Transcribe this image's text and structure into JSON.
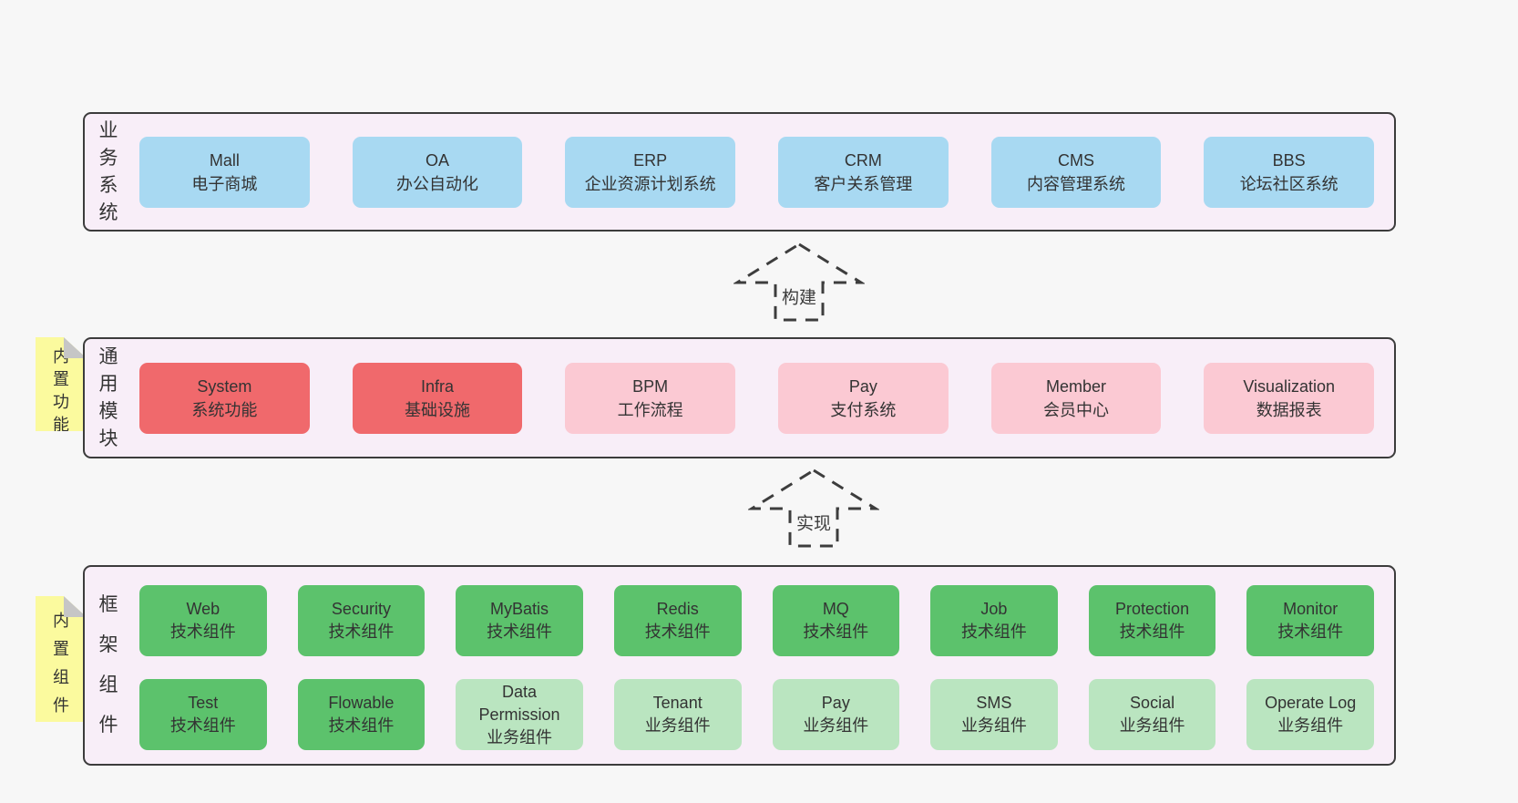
{
  "colors": {
    "page-bg": "#f7f7f7",
    "band-bg": "#f8eef8",
    "band-border": "#3c3c3c",
    "blue": "#a8d9f2",
    "red": "#f0696c",
    "pink": "#fbc9d3",
    "green": "#5cc26c",
    "light-green": "#bae5c0",
    "note-yellow": "#fbfa9e",
    "fold-gray": "#c6c6c6",
    "text": "#333333"
  },
  "bands": {
    "business": {
      "label": "业务系统",
      "boxes": [
        {
          "en": "Mall",
          "zh": "电子商城"
        },
        {
          "en": "OA",
          "zh": "办公自动化"
        },
        {
          "en": "ERP",
          "zh": "企业资源计划系统"
        },
        {
          "en": "CRM",
          "zh": "客户关系管理"
        },
        {
          "en": "CMS",
          "zh": "内容管理系统"
        },
        {
          "en": "BBS",
          "zh": "论坛社区系统"
        }
      ]
    },
    "modules": {
      "label": "通用模块",
      "note": "内置功能",
      "boxes": [
        {
          "en": "System",
          "zh": "系统功能"
        },
        {
          "en": "Infra",
          "zh": "基础设施"
        },
        {
          "en": "BPM",
          "zh": "工作流程"
        },
        {
          "en": "Pay",
          "zh": "支付系统"
        },
        {
          "en": "Member",
          "zh": "会员中心"
        },
        {
          "en": "Visualization",
          "zh": "数据报表"
        }
      ]
    },
    "framework": {
      "label": "框架组件",
      "note": "内置组件",
      "row1": [
        {
          "en": "Web",
          "zh": "技术组件"
        },
        {
          "en": "Security",
          "zh": "技术组件"
        },
        {
          "en": "MyBatis",
          "zh": "技术组件"
        },
        {
          "en": "Redis",
          "zh": "技术组件"
        },
        {
          "en": "MQ",
          "zh": "技术组件"
        },
        {
          "en": "Job",
          "zh": "技术组件"
        },
        {
          "en": "Protection",
          "zh": "技术组件"
        },
        {
          "en": "Monitor",
          "zh": "技术组件"
        }
      ],
      "row2": [
        {
          "en": "Test",
          "zh": "技术组件"
        },
        {
          "en": "Flowable",
          "zh": "技术组件"
        },
        {
          "en": "Data Permission",
          "zh": "业务组件"
        },
        {
          "en": "Tenant",
          "zh": "业务组件"
        },
        {
          "en": "Pay",
          "zh": "业务组件"
        },
        {
          "en": "SMS",
          "zh": "业务组件"
        },
        {
          "en": "Social",
          "zh": "业务组件"
        },
        {
          "en": "Operate Log",
          "zh": "业务组件"
        }
      ]
    }
  },
  "arrows": {
    "build": "构建",
    "implement": "实现"
  }
}
